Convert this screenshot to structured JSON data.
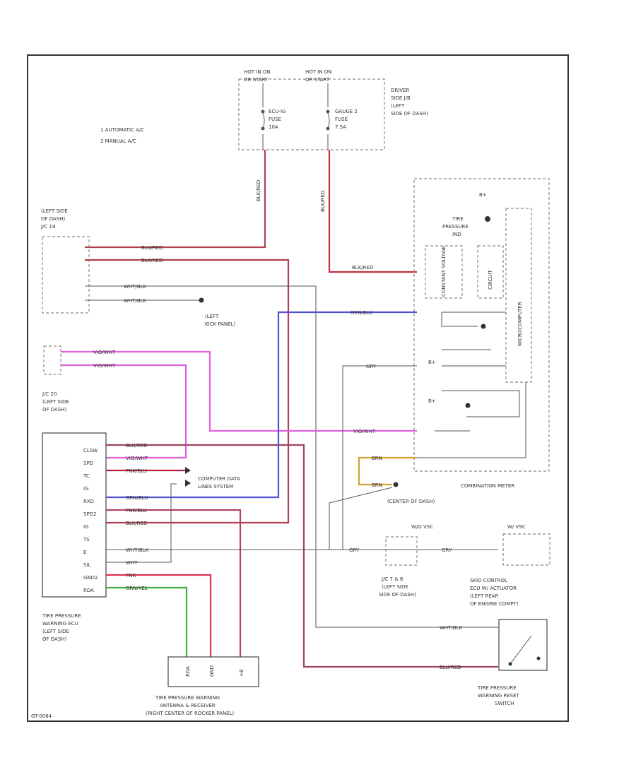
{
  "legend": {
    "item1": "1  AUTOMATIC A/C",
    "item2": "2  MANUAL A/C"
  },
  "fuse_box": {
    "hot1": "HOT IN ON",
    "hot1b": "OR START",
    "hot2": "HOT IN ON",
    "hot2b": "OR START",
    "fuse1": [
      "ECU-IG",
      "FUSE",
      "10A"
    ],
    "fuse2": [
      "GAUGE 2",
      "FUSE",
      "7.5A"
    ],
    "location": [
      "DRIVER",
      "SIDE J/B",
      "(LEFT",
      "SIDE OF DASH)"
    ]
  },
  "connectors": {
    "jc19": [
      "(LEFT SIDE",
      "OF DASH)",
      "J/C 19"
    ],
    "jc20": [
      "J/C 20",
      "(LEFT SIDE",
      "OF DASH)"
    ],
    "jc_side": [
      "J/C 7 & 8",
      "(LEFT SIDE",
      "SIDE OF DASH)"
    ],
    "ground_kick": [
      "(LEFT",
      "KICK PANEL)"
    ],
    "ground_center": [
      "(CENTER OF DASH)"
    ]
  },
  "wires": {
    "blk_red": "BLK/RED",
    "wht_blk": "WHT/BLK",
    "vio_wht": "VIO/WHT",
    "grn_blu": "GRN/BLU",
    "pnk_blu": "PNK/BLU",
    "blu_red": "BLU/RED",
    "wht": "WHT",
    "pnk": "PNK",
    "grn_yel": "GRN/YEL",
    "gry": "GRY",
    "brn": "BRN"
  },
  "ecu": {
    "pins": [
      "CLSW",
      "SPD",
      "TC",
      "IG",
      "RXD",
      "SPD2",
      "IG",
      "TS",
      "E",
      "SIL",
      "GND2",
      "RDA"
    ],
    "title": [
      "TIRE PRESSURE",
      "WARNING ECU",
      "(LEFT SIDE",
      "OF DASH)"
    ],
    "data_link": [
      "COMPUTER DATA",
      "LINES SYSTEM"
    ]
  },
  "antenna": {
    "pins": [
      "RDA",
      "GND",
      "+B"
    ],
    "title": [
      "TIRE PRESSURE WARNING",
      "ANTENNA & RECEIVER",
      "(RIGHT CENTER OF ROCKER PANEL)"
    ]
  },
  "meter": {
    "title": "COMBINATION METER",
    "warn": [
      "TIRE",
      "PRESSURE",
      "IND"
    ],
    "labels": [
      "B+",
      "B+",
      "B+"
    ],
    "segments": [
      "CONSTANT VOLTAGE",
      "CIRCUIT",
      "MICROCOMPUTER"
    ]
  },
  "skid": {
    "title": [
      "SKID CONTROL",
      "ECU W/ ACTUATOR",
      "(LEFT REAR",
      "OF ENGINE COMPT)"
    ],
    "labels": [
      "W/O VSC",
      "W/ VSC"
    ]
  },
  "reset": {
    "title": [
      "TIRE PRESSURE",
      "WARNING RESET",
      "SWITCH"
    ]
  },
  "footer_code": "GT-0084"
}
